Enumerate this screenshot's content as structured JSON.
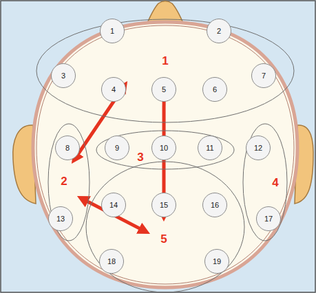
{
  "diagram": {
    "nodes": [
      {
        "text": [
          "1"
        ]
      },
      {
        "text": [
          "1"
        ],
        "in": 0
      },
      {
        "text": [
          "2"
        ],
        "in": 0
      },
      {
        "text": [
          "3"
        ],
        "in": 0
      },
      {
        "text": [
          "4"
        ],
        "in": 0
      },
      {
        "text": [
          "5"
        ],
        "in": 0
      },
      {
        "text": [
          "6"
        ],
        "in": 0
      },
      {
        "text": [
          "7"
        ],
        "in": 0
      },
      {
        "text": [
          "2"
        ]
      },
      {
        "text": [
          "8"
        ],
        "in": 8
      },
      {
        "text": [
          "13"
        ],
        "in": 8
      },
      {
        "text": [
          "3"
        ]
      },
      {
        "text": [
          "9"
        ],
        "in": 11
      },
      {
        "text": [
          "10"
        ],
        "in": 11
      },
      {
        "text": [
          "11"
        ],
        "in": 11
      },
      {
        "text": [
          "4"
        ]
      },
      {
        "text": [
          "12"
        ],
        "in": 15
      },
      {
        "text": [
          "17"
        ],
        "in": 15
      },
      {
        "text": [
          "5"
        ]
      },
      {
        "text": [
          "14"
        ],
        "in": 18
      },
      {
        "text": [
          "15"
        ],
        "in": 18
      },
      {
        "text": [
          "16"
        ],
        "in": 18
      },
      {
        "text": [
          "18"
        ],
        "in": 18
      },
      {
        "text": [
          "19"
        ],
        "in": 18
      }
    ],
    "edges": [
      {
        "from": 0,
        "to": 8,
        "arrow": "both"
      },
      {
        "from": 0,
        "to": 18,
        "arrow": "both"
      },
      {
        "from": 8,
        "to": 18,
        "arrow": "both"
      }
    ]
  }
}
